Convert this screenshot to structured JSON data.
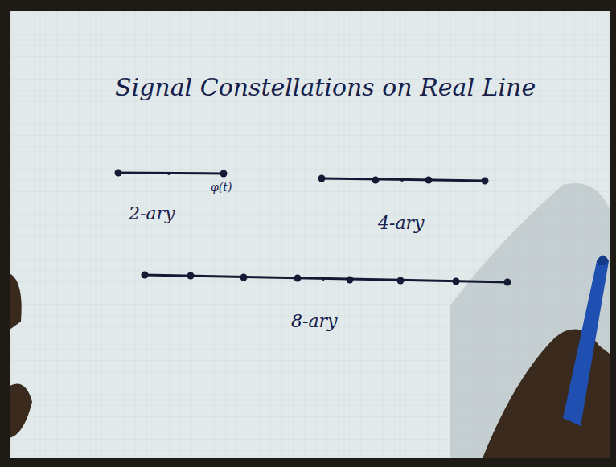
{
  "diagram": {
    "title": "Signal Constellations on Real Line",
    "labels": [
      "φ(t)",
      "2-ary",
      "4-ary",
      "8-ary"
    ]
  }
}
